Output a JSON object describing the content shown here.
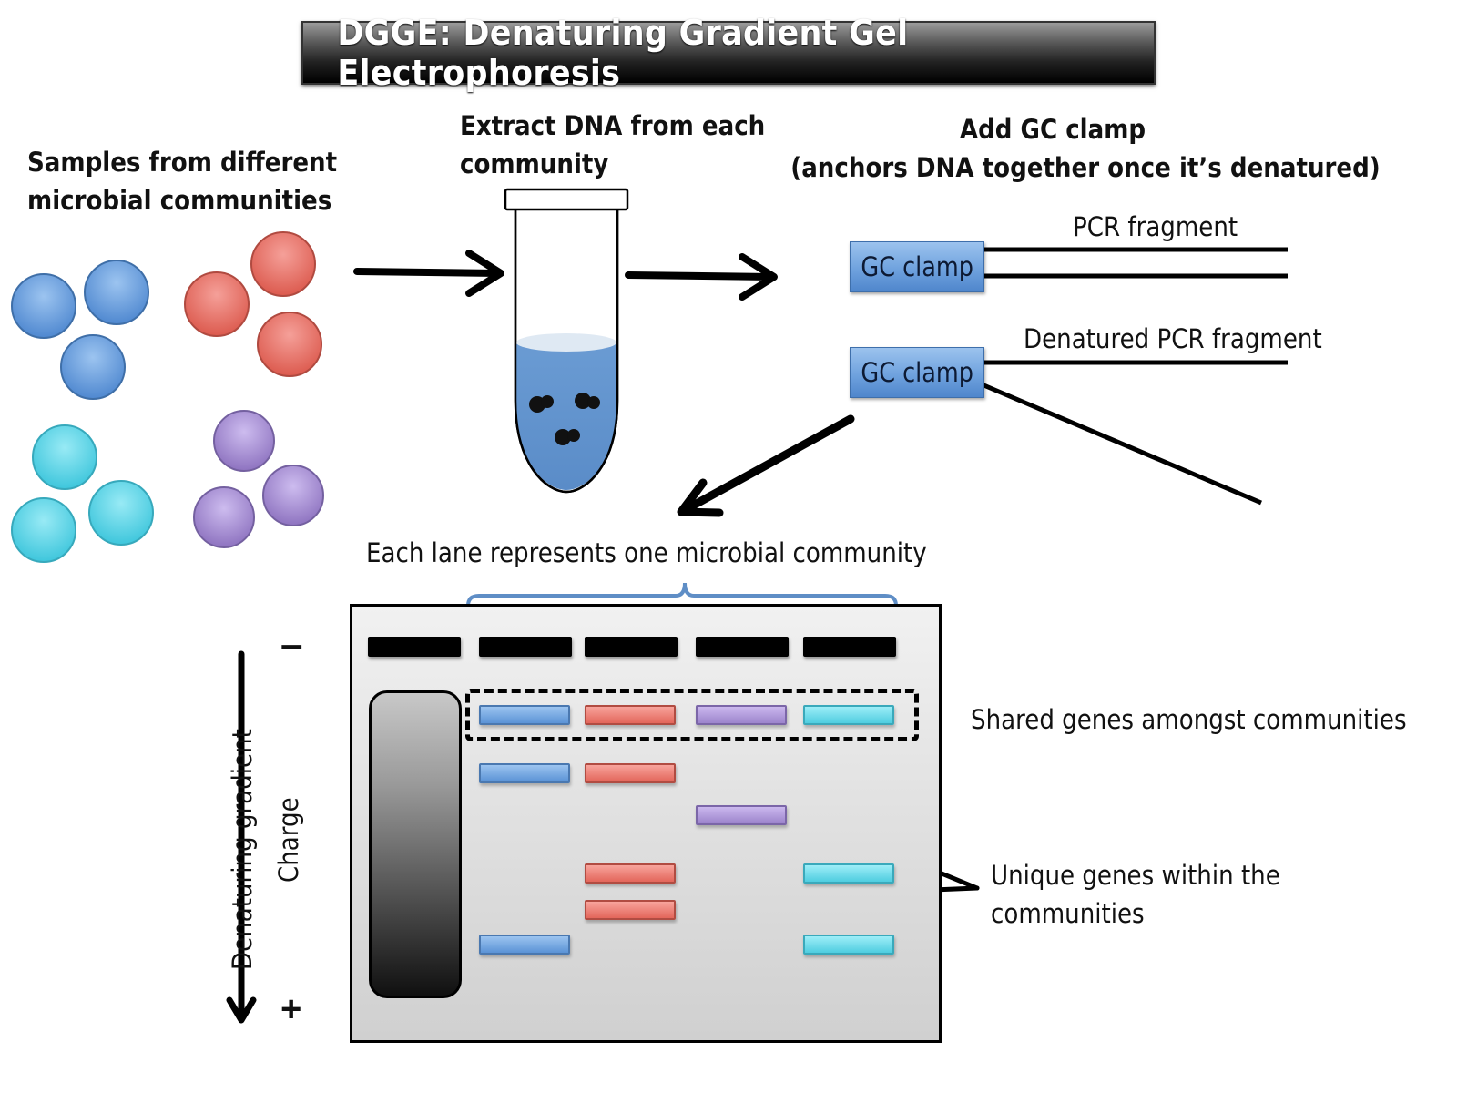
{
  "title": "DGGE: Denaturing Gradient Gel Electrophoresis",
  "steps": {
    "samples": {
      "heading_line1": "Samples from different",
      "heading_line2": "microbial communities"
    },
    "extract": {
      "heading_line1": "Extract DNA from each",
      "heading_line2": "community"
    },
    "gc_clamp": {
      "heading_line1": "Add GC clamp",
      "heading_line2": "(anchors DNA together once it’s denatured)",
      "pcr_fragment_label": "PCR fragment",
      "denatured_fragment_label": "Denatured PCR fragment",
      "clamp_label": "GC clamp"
    }
  },
  "communities": [
    {
      "name": "blue",
      "color": "#5b93d6"
    },
    {
      "name": "red",
      "color": "#e5685d"
    },
    {
      "name": "cyan",
      "color": "#4fcde0"
    },
    {
      "name": "purple",
      "color": "#9c84cc"
    }
  ],
  "gel": {
    "lane_caption": "Each lane represents one microbial community",
    "charge_negative": "–",
    "charge_positive": "+",
    "denaturing_gradient_label": "Denaturing gradient",
    "charge_label": "Charge",
    "lane_count": 5,
    "bands": [
      {
        "lane": 2,
        "community": "blue",
        "row": 1
      },
      {
        "lane": 3,
        "community": "red",
        "row": 1
      },
      {
        "lane": 4,
        "community": "purple",
        "row": 1
      },
      {
        "lane": 5,
        "community": "cyan",
        "row": 1
      },
      {
        "lane": 2,
        "community": "blue",
        "row": 2
      },
      {
        "lane": 3,
        "community": "red",
        "row": 2
      },
      {
        "lane": 4,
        "community": "purple",
        "row": 3
      },
      {
        "lane": 3,
        "community": "red",
        "row": 4
      },
      {
        "lane": 5,
        "community": "cyan",
        "row": 4
      },
      {
        "lane": 3,
        "community": "red",
        "row": 5
      },
      {
        "lane": 2,
        "community": "blue",
        "row": 6
      },
      {
        "lane": 5,
        "community": "cyan",
        "row": 6
      }
    ],
    "shared_label": "Shared genes amongst communities",
    "unique_label_line1": "Unique genes within the",
    "unique_label_line2": "communities"
  }
}
